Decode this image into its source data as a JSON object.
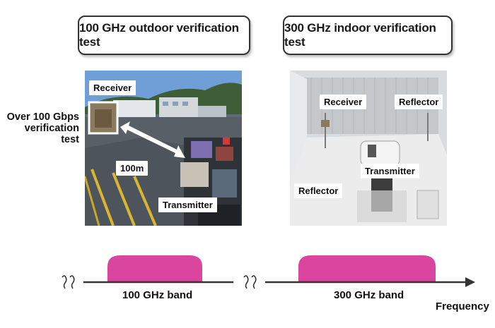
{
  "panels": {
    "left": {
      "title": "100 GHz outdoor verification test",
      "receiver_label": "Receiver",
      "distance_label": "100m",
      "transmitter_label": "Transmitter",
      "side_note": "Over 100 Gbps verification test"
    },
    "right": {
      "title": "300 GHz indoor verification test",
      "receiver_label": "Receiver",
      "reflector_top_label": "Reflector",
      "transmitter_label": "Transmitter",
      "reflector_left_label": "Reflector"
    }
  },
  "frequency_axis": {
    "band_100_label": "100 GHz band",
    "band_300_label": "300 GHz band",
    "axis_label": "Frequency",
    "band_color": "#d9459f",
    "break_symbol": "≈"
  },
  "colors": {
    "box_border": "#333333",
    "arrow": "#ffffff"
  }
}
